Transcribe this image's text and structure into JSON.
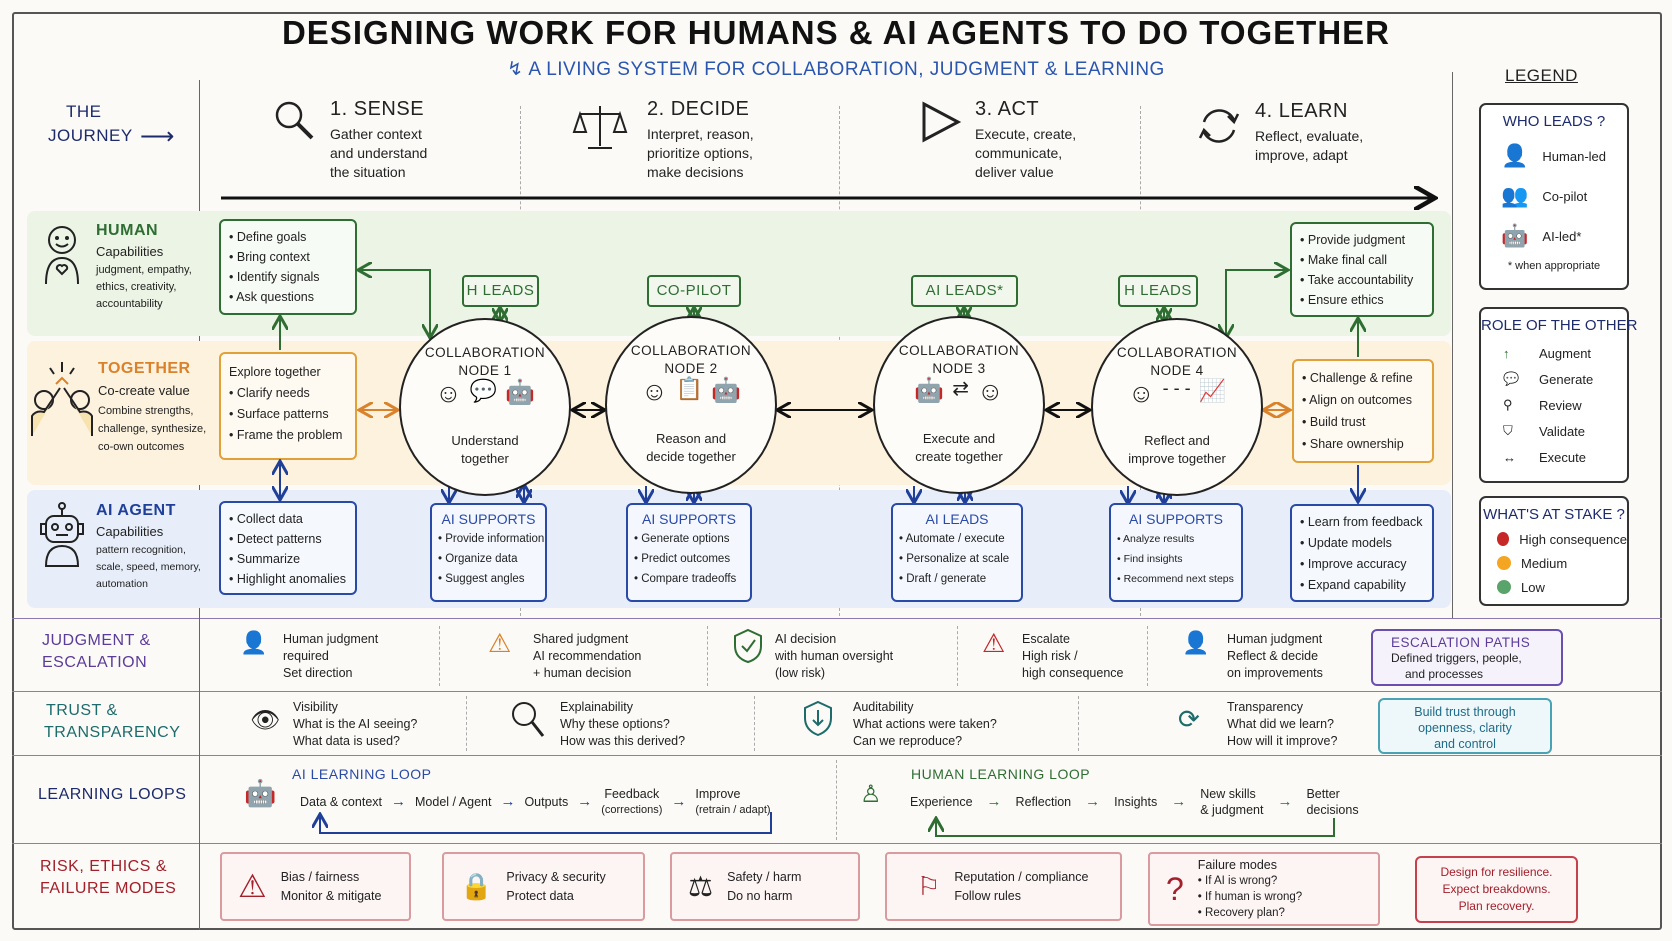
{
  "title": "DESIGNING WORK FOR HUMANS & AI AGENTS TO DO TOGETHER",
  "subtitle": "A LIVING SYSTEM FOR COLLABORATION, JUDGMENT & LEARNING",
  "journey_label": [
    "THE",
    "JOURNEY"
  ],
  "phases": [
    {
      "title": "1. SENSE",
      "desc": [
        "Gather context",
        "and understand",
        "the situation"
      ],
      "icon": "magnifier-icon"
    },
    {
      "title": "2. DECIDE",
      "desc": [
        "Interpret, reason,",
        "prioritize options,",
        "make decisions"
      ],
      "icon": "scales-icon"
    },
    {
      "title": "3. ACT",
      "desc": [
        "Execute, create,",
        "communicate,",
        "deliver value"
      ],
      "icon": "play-icon"
    },
    {
      "title": "4. LEARN",
      "desc": [
        "Reflect, evaluate,",
        "improve, adapt"
      ],
      "icon": "cycle-icon"
    }
  ],
  "lanes": {
    "human": {
      "title": "HUMAN",
      "sub": "Capabilities",
      "desc": [
        "judgment, empathy,",
        "ethics, creativity,",
        "accountability"
      ],
      "start": [
        "Define goals",
        "Bring context",
        "Identify signals",
        "Ask questions"
      ],
      "end": [
        "Provide judgment",
        "Make final call",
        "Take accountability",
        "Ensure ethics"
      ]
    },
    "together": {
      "title": "TOGETHER",
      "sub": "Co-create value",
      "desc": [
        "Combine strengths,",
        "challenge, synthesize,",
        "co-own outcomes"
      ],
      "start_title": "Explore together",
      "start": [
        "Clarify needs",
        "Surface patterns",
        "Frame the problem"
      ],
      "end": [
        "Challenge & refine",
        "Align on outcomes",
        "Build trust",
        "Share ownership"
      ]
    },
    "ai": {
      "title": "AI AGENT",
      "sub": "Capabilities",
      "desc": [
        "pattern recognition,",
        "scale, speed, memory,",
        "automation"
      ],
      "start": [
        "Collect data",
        "Detect patterns",
        "Summarize",
        "Highlight anomalies"
      ],
      "end": [
        "Learn from feedback",
        "Update models",
        "Improve accuracy",
        "Expand capability"
      ]
    }
  },
  "nodes": [
    {
      "title": [
        "COLLABORATION",
        "NODE 1"
      ],
      "caption": [
        "Understand",
        "together"
      ],
      "badge": "H LEADS",
      "support": {
        "title": "AI SUPPORTS",
        "items": [
          "Provide information",
          "Organize data",
          "Suggest angles"
        ]
      }
    },
    {
      "title": [
        "COLLABORATION",
        "NODE 2"
      ],
      "caption": [
        "Reason and",
        "decide together"
      ],
      "badge": "CO-PILOT",
      "support": {
        "title": "AI SUPPORTS",
        "items": [
          "Generate options",
          "Predict outcomes",
          "Compare tradeoffs"
        ]
      }
    },
    {
      "title": [
        "COLLABORATION",
        "NODE 3"
      ],
      "caption": [
        "Execute and",
        "create together"
      ],
      "badge": "AI LEADS*",
      "support": {
        "title": "AI LEADS",
        "items": [
          "Automate / execute",
          "Personalize at scale",
          "Draft / generate"
        ]
      }
    },
    {
      "title": [
        "COLLABORATION",
        "NODE 4"
      ],
      "caption": [
        "Reflect and",
        "improve together"
      ],
      "badge": "H LEADS",
      "support": {
        "title": "AI SUPPORTS",
        "items": [
          "Analyze results",
          "Find insights",
          "Recommend next steps"
        ]
      }
    }
  ],
  "legend": {
    "title": "LEGEND",
    "who": {
      "title": "WHO LEADS ?",
      "items": [
        "Human-led",
        "Co-pilot",
        "AI-led*"
      ],
      "note": "* when appropriate"
    },
    "role": {
      "title": "ROLE OF THE OTHER",
      "items": [
        "Augment",
        "Generate",
        "Review",
        "Validate",
        "Execute"
      ]
    },
    "stake": {
      "title": "WHAT'S AT STAKE ?",
      "items": [
        {
          "label": "High consequence",
          "color": "#c62828"
        },
        {
          "label": "Medium",
          "color": "#f4a623"
        },
        {
          "label": "Low",
          "color": "#5aa36b"
        }
      ]
    }
  },
  "judgment": {
    "title": [
      "JUDGMENT &",
      "ESCALATION"
    ],
    "items": [
      [
        "Human judgment",
        "required",
        "Set direction"
      ],
      [
        "Shared judgment",
        "AI recommendation",
        "+ human decision"
      ],
      [
        "AI decision",
        "with human oversight",
        "(low risk)"
      ],
      [
        "Escalate",
        "High risk /",
        "high consequence"
      ],
      [
        "Human judgment",
        "Reflect & decide",
        "on improvements"
      ]
    ],
    "box": {
      "title": "ESCALATION PATHS",
      "lines": [
        "Defined triggers, people,",
        "and processes"
      ]
    }
  },
  "trust": {
    "title": [
      "TRUST &",
      "TRANSPARENCY"
    ],
    "items": [
      [
        "Visibility",
        "What is the AI seeing?",
        "What data is used?"
      ],
      [
        "Explainability",
        "Why these options?",
        "How was this derived?"
      ],
      [
        "Auditability",
        "What actions were taken?",
        "Can we reproduce?"
      ],
      [
        "Transparency",
        "What did we learn?",
        "How will it improve?"
      ]
    ],
    "box": [
      "Build trust through",
      "openness, clarity",
      "and control"
    ]
  },
  "learning": {
    "title": "LEARNING LOOPS",
    "ai": {
      "title": "AI LEARNING LOOP",
      "steps": [
        "Data & context",
        "Model / Agent",
        "Outputs",
        "Feedback",
        "Improve"
      ],
      "notes": [
        "(corrections)",
        "(retrain / adapt)"
      ]
    },
    "human": {
      "title": "HUMAN LEARNING LOOP",
      "steps": [
        "Experience",
        "Reflection",
        "Insights",
        "New skills",
        "Better"
      ],
      "notes": [
        "& judgment",
        "decisions"
      ]
    },
    "arrow": "→"
  },
  "risk": {
    "title": [
      "RISK, ETHICS &",
      "FAILURE MODES"
    ],
    "items": [
      [
        "Bias / fairness",
        "Monitor & mitigate"
      ],
      [
        "Privacy & security",
        "Protect data"
      ],
      [
        "Safety / harm",
        "Do no harm"
      ],
      [
        "Reputation / compliance",
        "Follow rules"
      ],
      [
        "Failure modes",
        "• If AI is wrong?",
        "• If human is wrong?",
        "• Recovery plan?"
      ]
    ],
    "box": [
      "Design for resilience.",
      "Expect breakdowns.",
      "Plan recovery."
    ]
  },
  "colors": {
    "green": "#2f6e33",
    "orange": "#d9822b",
    "blue": "#2a4aa8",
    "purple": "#5b3c99",
    "teal": "#1d6b6b",
    "red": "#a31f2a",
    "navy": "#1d2b6b"
  }
}
